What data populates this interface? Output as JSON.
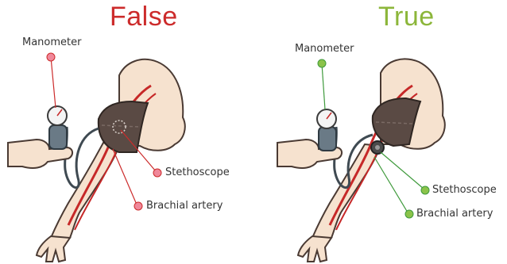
{
  "panels": [
    {
      "title": "False",
      "title_color": "#cc2b2b",
      "marker_color": "#f0889a",
      "line_color": "#cc2b2b",
      "labels": {
        "manometer": "Manometer",
        "stethoscope": "Stethoscope",
        "artery": "Brachial artery"
      }
    },
    {
      "title": "True",
      "title_color": "#8cb63a",
      "marker_color": "#8bc34a",
      "line_color": "#3f9a3c",
      "labels": {
        "manometer": "Manometer",
        "stethoscope": "Stethoscope",
        "artery": "Brachial artery"
      }
    }
  ]
}
